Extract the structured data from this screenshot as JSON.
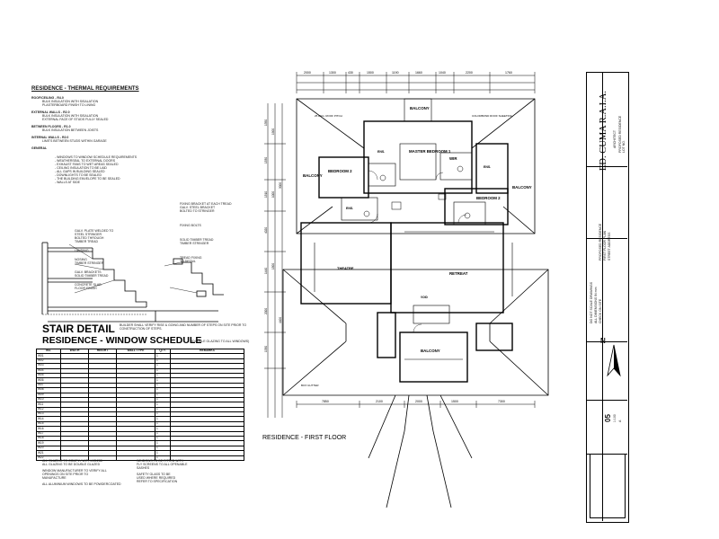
{
  "left_panel": {
    "thermal_heading": "RESIDENCE - THERMAL REQUIREMENTS",
    "thermal_items": [
      "ROOF/CEILING - R4.0",
      "BULK INSULATION WITH SISALATION",
      "PLASTERBOARD FINISH TO LINING",
      "EXTERNAL WALLS - R2.0",
      "BULK INSULATION WITH SISALATION",
      "EXTERNAL FACE OF STUDS FULLY SEALED",
      "BETWEEN FLOORS - R1.0",
      "BULK INSULATION BETWEEN JOISTS",
      "INTERNAL WALLS - R2.0",
      "LIMITS BETWEEN STUDS WITHIN GARAGE",
      "GENERAL"
    ],
    "general_notes": [
      "- WINDOWS TO WINDOW SCHEDULE REQUIREMENTS",
      "- WEATHERSEAL TO EXTERNAL DOORS",
      "- EXHAUST FANS TO WET AREAS SEALED",
      "- CEILING INSULATION TO BE LAID",
      "- ALL GAPS IN BUILDING SEALED",
      "- DOWNLIGHTS TO BE SEALED",
      "- THE BUILDING ENVELOPE TO BE SEALED",
      "- WALLS AT SIDE"
    ],
    "stair_callouts_left": [
      "GALV. PLATE WELDED TO",
      "STEEL STRINGER",
      "BOLTED THROUGH",
      "TIMBER TREAD",
      "LANDING",
      "NOSING",
      "TIMBER STRINGER",
      "GALV. BRACKETS",
      "SOLID TIMBER TREAD",
      "CONCRETE SLAB",
      "FLOOR FINISH"
    ],
    "stair_callouts_right": [
      "FIXING BRACKET AT EACH TREAD",
      "GALV. STEEL BRACKET",
      "BOLTED TO STRINGER",
      "FIXING BOLTS",
      "SOLID TIMBER TREAD",
      "TIMBER STRINGER",
      "TREAD FIXING",
      "TO DETAIL"
    ],
    "stair_title": "STAIR DETAIL",
    "stair_note": "BUILDER SHALL VERIFY RISE & GOING AND NUMBER OF STEPS ON SITE PRIOR TO CONSTRUCTION OF STEPS.",
    "window_title": "RESIDENCE - WINDOW SCHEDULE",
    "window_note": "(DOUBLE GLAZING TO ALL WINDOWS)",
    "schedule_headers": [
      "NO.",
      "WIDTH",
      "HEIGHT",
      "WALL TYPE",
      "QTY.",
      "REMARKS"
    ],
    "schedule_rows": [
      [
        "W01",
        "",
        "",
        "",
        "1",
        ""
      ],
      [
        "W02",
        "",
        "",
        "",
        "1",
        ""
      ],
      [
        "W03",
        "",
        "",
        "",
        "1",
        ""
      ],
      [
        "W04",
        "",
        "",
        "",
        "1",
        ""
      ],
      [
        "W05",
        "",
        "",
        "",
        "1",
        ""
      ],
      [
        "W06",
        "",
        "",
        "",
        "1",
        ""
      ],
      [
        "W07",
        "",
        "",
        "",
        "1",
        ""
      ],
      [
        "W08",
        "",
        "",
        "",
        "1",
        ""
      ],
      [
        "W09",
        "",
        "",
        "",
        "1",
        ""
      ],
      [
        "W10",
        "",
        "",
        "",
        "1",
        ""
      ],
      [
        "W11",
        "",
        "",
        "",
        "1",
        ""
      ],
      [
        "W12",
        "",
        "",
        "",
        "1",
        ""
      ],
      [
        "W13",
        "",
        "",
        "",
        "1",
        ""
      ],
      [
        "W14",
        "",
        "",
        "",
        "1",
        ""
      ],
      [
        "W15",
        "",
        "",
        "",
        "1",
        ""
      ],
      [
        "W16",
        "",
        "",
        "",
        "1",
        ""
      ],
      [
        "W17",
        "",
        "",
        "",
        "1",
        ""
      ],
      [
        "W18",
        "",
        "",
        "",
        "1",
        ""
      ],
      [
        "W19",
        "",
        "",
        "",
        "1",
        ""
      ],
      [
        "W20",
        "",
        "",
        "",
        "1",
        ""
      ],
      [
        "W21",
        "",
        "",
        "",
        "1",
        ""
      ],
      [
        "W22",
        "",
        "",
        "",
        "1",
        ""
      ]
    ],
    "footnotes_left": [
      "ALL GLAZING TO COMPLY WITH AS1288",
      "ALL GLAZING TO BE DOUBLE GLAZED",
      "WINDOW MANUFACTURER TO VERIFY ALL",
      "OPENINGS ON SITE PRIOR TO",
      "MANUFACTURE",
      "ALL ALUMINIUM WINDOWS TO BE POWDERCOATED"
    ],
    "footnotes_right": [
      "WINDOWS TO BE FITTED WITH",
      "FLY SCREENS TO ALL OPENABLE",
      "SASHES",
      "SAFETY GLASS TO BE",
      "USED WHERE REQUIRED",
      "REFER TO SPECIFICATION"
    ]
  },
  "plan": {
    "title": "RESIDENCE - FIRST FLOOR",
    "rooms": {
      "master_bedroom": "MASTER BEDROOM 1",
      "bedroom2_left": "BEDROOM 2",
      "bedroom2_right": "BEDROOM 2",
      "theatre": "THEATRE",
      "retreat": "RETREAT",
      "balcony_top": "BALCONY",
      "balcony_left": "BALCONY",
      "balcony_right": "BALCONY",
      "balcony_bottom": "BALCONY",
      "wir": "WIR",
      "ens_1": "ENS.",
      "ens_2": "ENS.",
      "ens_3": "ENS.",
      "void": "VOID"
    },
    "dims_top": [
      "2000",
      "1300",
      "430",
      "1500",
      "1190",
      "1660",
      "1040",
      "2200",
      "1760"
    ],
    "dims_bottom": [
      "7850",
      "2100",
      "2000",
      "1500",
      "7300"
    ],
    "side_dims_left": [
      "1350",
      "1530",
      "1510",
      "4020",
      "1440",
      "2000",
      "1330",
      "1900",
      "1000",
      "1500",
      "3000",
      "4400"
    ],
    "roof_notes": [
      "25 DEG. ROOF PITCH",
      "COLORBOND ROOF SHEETING",
      "BOX GUTTER"
    ]
  },
  "title_block": {
    "architect": "ED. CUMA R.A.I.A.",
    "arch_sub": "ARCHITECT",
    "project_lines": [
      "PROPOSED RESIDENCE",
      "LOT NO.",
      "STREET ADDRESS"
    ],
    "project_title": "PROPOSED RESIDENCE",
    "drawing": "FIRST FLOOR PLAN",
    "sheet_no": "05",
    "scale": "1:100",
    "rev": "A",
    "north_label": "N",
    "notes": [
      "DO NOT SCALE DRAWINGS",
      "ALL DIMENSIONS IN mm",
      "CHECK ON SITE"
    ]
  }
}
